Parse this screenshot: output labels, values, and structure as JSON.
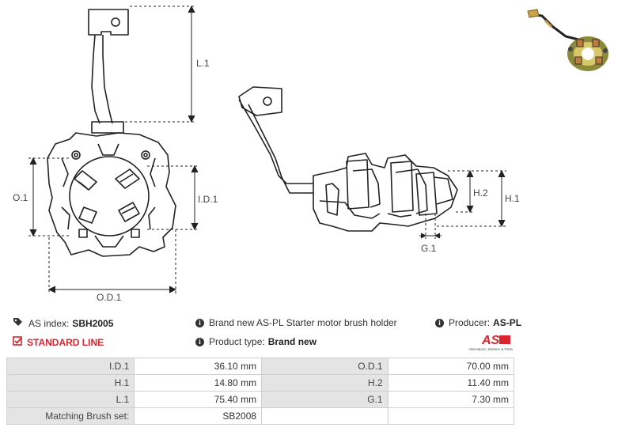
{
  "dimensions": {
    "L1": "L.1",
    "O1": "O.1",
    "ID1": "I.D.1",
    "OD1": "O.D.1",
    "H2": "H.2",
    "H1": "H.1",
    "G1": "G.1"
  },
  "info": {
    "as_index_label": "AS index:",
    "as_index_value": "SBH2005",
    "description": "Brand new AS-PL Starter motor brush holder",
    "producer_label": "Producer:",
    "producer_value": "AS-PL",
    "line": "STANDARD LINE",
    "product_type_label": "Product type:",
    "product_type_value": "Brand new",
    "logo_text": "AS",
    "logo_tagline": "Alternators, Starters & Parts"
  },
  "specs": [
    {
      "k1": "I.D.1",
      "v1": "36.10 mm",
      "k2": "O.D.1",
      "v2": "70.00 mm"
    },
    {
      "k1": "H.1",
      "v1": "14.80 mm",
      "k2": "H.2",
      "v2": "11.40 mm"
    },
    {
      "k1": "L.1",
      "v1": "75.40 mm",
      "k2": "G.1",
      "v2": "7.30 mm"
    },
    {
      "k1": "Matching Brush set:",
      "v1": "SB2008",
      "k2": "",
      "v2": ""
    }
  ],
  "colors": {
    "accent_red": "#d9232e",
    "label_cell": "#e4e4e4",
    "line": "#222222"
  },
  "icons": {
    "as_index": "tags-icon",
    "line": "checkbox-icon",
    "info": "info-circle-icon"
  }
}
